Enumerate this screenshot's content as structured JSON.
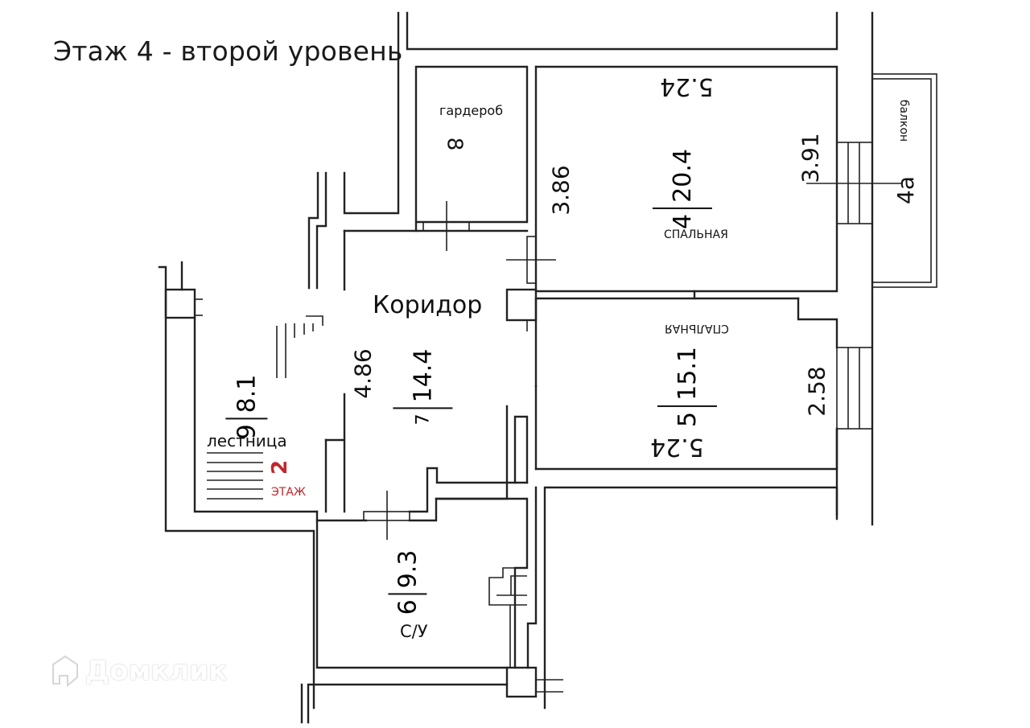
{
  "title": "Этаж 4 - второй уровень",
  "rooms": [
    {
      "number": "8",
      "name": "гардероб",
      "area": ""
    },
    {
      "number": "4",
      "name": "СПАЛЬНАЯ",
      "area": "20.4",
      "dim_top": "5.24",
      "dim_left": "3.86",
      "dim_right": "3.91"
    },
    {
      "number": "4a",
      "name": "балкон",
      "area": ""
    },
    {
      "number": "7",
      "name": "Коридор",
      "area": "14.4",
      "dim_left": "4.86"
    },
    {
      "number": "5",
      "name": "СПАЛЬНАЯ",
      "area": "15.1",
      "dim_bottom": "5.24",
      "dim_right": "2.58"
    },
    {
      "number": "9",
      "name": "лестница",
      "area": "8.1"
    },
    {
      "number": "6",
      "name": "С/У",
      "area": "9.3"
    }
  ],
  "stair_note": {
    "floor": "2",
    "label": "ЭТАЖ"
  },
  "watermark": {
    "brand": "Домклик",
    "icon": "house-logo-icon"
  },
  "colors": {
    "wall": "#222222",
    "accent_red": "#c0272d",
    "background": "#ffffff"
  }
}
